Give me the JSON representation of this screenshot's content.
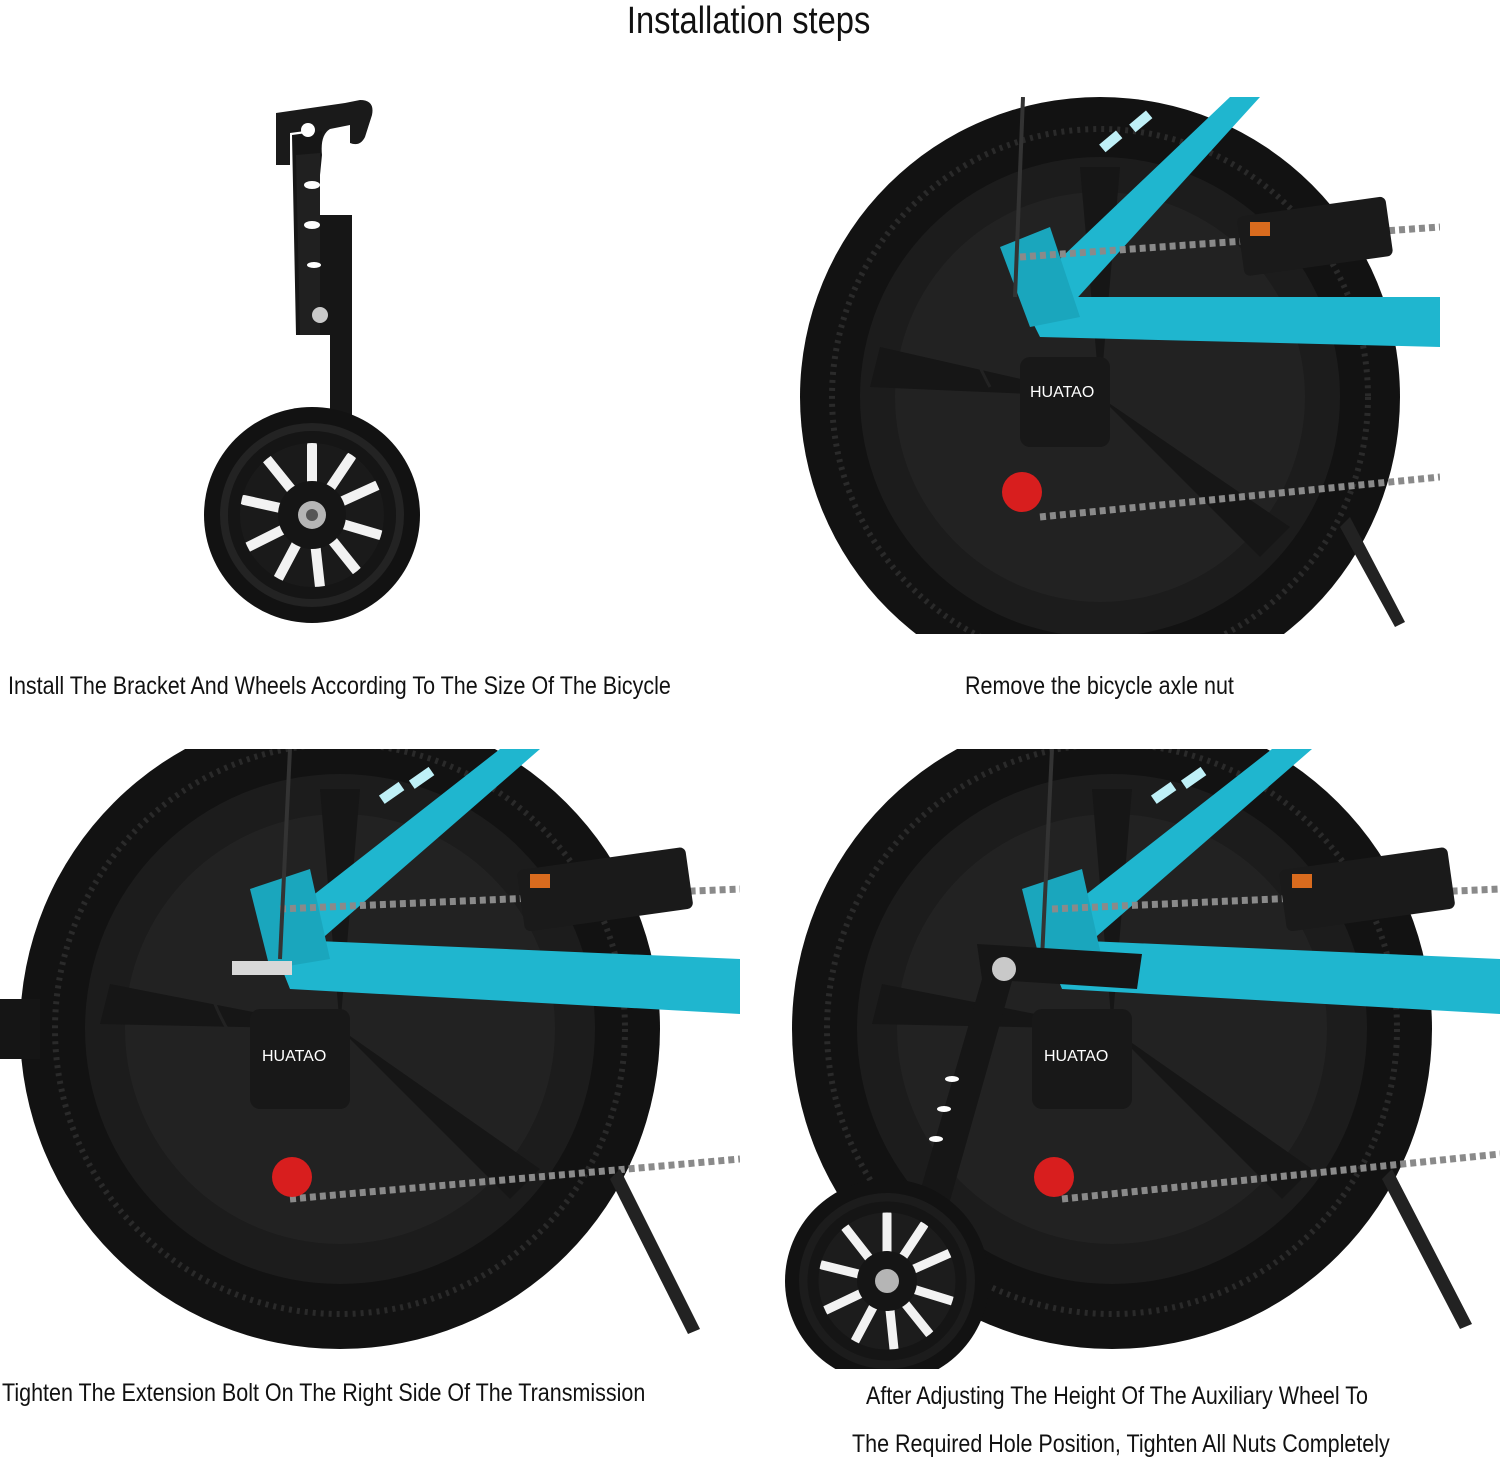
{
  "title": "Installation steps",
  "steps": [
    {
      "caption": "Install The Bracket And Wheels According To The Size Of The Bicycle"
    },
    {
      "caption": "Remove the bicycle axle nut"
    },
    {
      "caption": "Tighten The Extension Bolt On The Right Side Of The Transmission"
    },
    {
      "caption_line1": "After Adjusting The Height Of The Auxiliary Wheel To",
      "caption_line2": "The Required Hole Position, Tighten All Nuts Completely"
    }
  ],
  "colors": {
    "frame": "#1fb6cf",
    "tire": "#141414",
    "rim": "#1e1e1e",
    "pulley": "#d81e1e",
    "chain": "#8a8a8a"
  },
  "derailleur_brand": "HUATAO"
}
